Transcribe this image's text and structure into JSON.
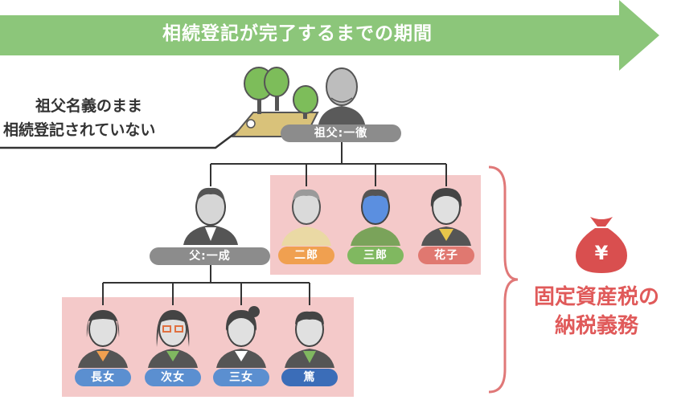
{
  "banner": {
    "title": "相続登記が完了するまでの期間",
    "color": "#8cc67a"
  },
  "note": {
    "line1": "祖父名義のまま",
    "line2": "相続登記されていない"
  },
  "people": {
    "grandfather": "祖父:一徹",
    "father": "父:一成",
    "uncle1": "二郎",
    "uncle2": "三郎",
    "aunt": "花子",
    "daughter1": "長女",
    "daughter2": "次女",
    "daughter3": "三女",
    "son": "篤"
  },
  "duty": {
    "line1": "固定資産税の",
    "line2": "納税義務",
    "color": "#e05a5a"
  },
  "icons": {
    "tax": "money-bag-yen-icon",
    "land": "forest-land-icon"
  },
  "money_symbol": "¥",
  "colors": {
    "highlight": "#f4c9c9",
    "line": "#333333",
    "brace": "#e07878"
  }
}
